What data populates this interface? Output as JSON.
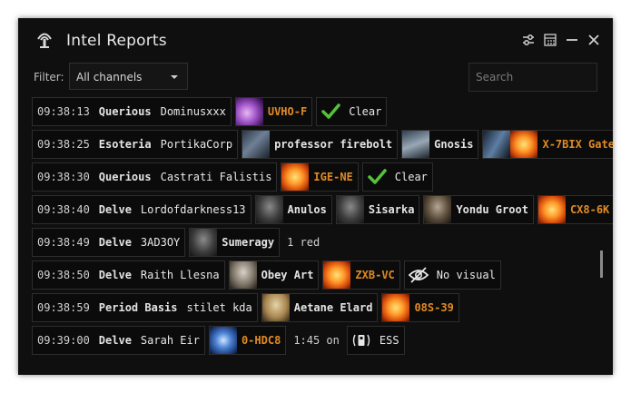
{
  "window": {
    "title": "Intel Reports"
  },
  "toolbar": {
    "icons": [
      "settings-sliders-icon",
      "compact-view-icon",
      "minimize-icon",
      "close-icon"
    ]
  },
  "filter": {
    "label": "Filter:",
    "selected": "All channels"
  },
  "search": {
    "placeholder": "Search",
    "value": ""
  },
  "colors": {
    "system_link": "#e08a25",
    "clear_check": "#56c23a",
    "background": "#0f0f0f"
  },
  "reports": [
    {
      "time": "09:38:13",
      "region": "Querious",
      "reporter": "Dominusxxx",
      "items": [
        {
          "type": "system",
          "label": "UVHO-F",
          "thumb": "purple"
        },
        {
          "type": "status",
          "icon": "check-icon",
          "label": "Clear"
        }
      ]
    },
    {
      "time": "09:38:25",
      "region": "Esoteria",
      "reporter": "PortikaCorp",
      "items": [
        {
          "type": "ship",
          "label": "professor firebolt",
          "thumb": "ship"
        },
        {
          "type": "ship",
          "label": "Gnosis",
          "thumb": "ship2"
        },
        {
          "type": "system-gate",
          "label": "X-7BIX Gate",
          "thumb": "ship3",
          "thumb2": "sun"
        }
      ]
    },
    {
      "time": "09:38:30",
      "region": "Querious",
      "reporter": "Castrati Falistis",
      "items": [
        {
          "type": "system",
          "label": "IGE-NE",
          "thumb": "sun"
        },
        {
          "type": "status",
          "icon": "check-icon",
          "label": "Clear"
        }
      ]
    },
    {
      "time": "09:38:40",
      "region": "Delve",
      "reporter": "Lordofdarkness13",
      "items": [
        {
          "type": "pilot",
          "label": "Anulos",
          "thumb": "face1"
        },
        {
          "type": "pilot",
          "label": "Sisarka",
          "thumb": "face1"
        },
        {
          "type": "pilot",
          "label": "Yondu Groot",
          "thumb": "face2"
        },
        {
          "type": "system",
          "label": "CX8-6K",
          "thumb": "sun"
        }
      ]
    },
    {
      "time": "09:38:49",
      "region": "Delve",
      "reporter": "3AD3OY",
      "items": [
        {
          "type": "pilot",
          "label": "Sumeragy",
          "thumb": "face1"
        },
        {
          "type": "text",
          "label": "1 red"
        }
      ]
    },
    {
      "time": "09:38:50",
      "region": "Delve",
      "reporter": "Raith Llesna",
      "items": [
        {
          "type": "pilot",
          "label": "Obey Art",
          "thumb": "face3"
        },
        {
          "type": "system",
          "label": "ZXB-VC",
          "thumb": "sun"
        },
        {
          "type": "status",
          "icon": "eye-slash-icon",
          "label": "No visual"
        }
      ]
    },
    {
      "time": "09:38:59",
      "region": "Period Basis",
      "reporter": "stilet kda",
      "items": [
        {
          "type": "pilot",
          "label": "Aetane Elard",
          "thumb": "face4"
        },
        {
          "type": "system",
          "label": "08S-39",
          "thumb": "sun"
        }
      ]
    },
    {
      "time": "09:39:00",
      "region": "Delve",
      "reporter": "Sarah Eir",
      "items": [
        {
          "type": "system",
          "label": "0-HDC8",
          "thumb": "blue"
        },
        {
          "type": "text",
          "label": "1:45 on"
        },
        {
          "type": "status",
          "icon": "ess-icon",
          "label": "ESS"
        }
      ]
    }
  ]
}
